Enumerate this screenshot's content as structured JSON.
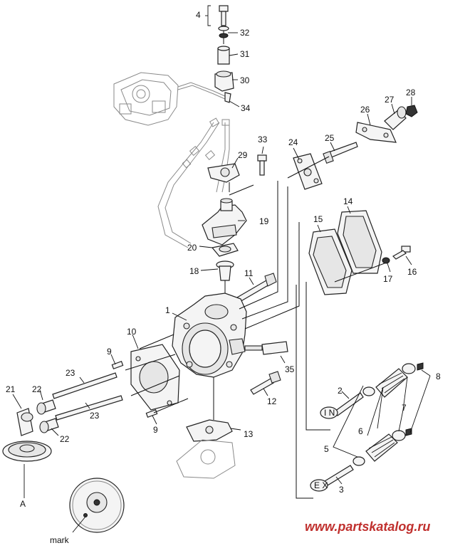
{
  "callouts": {
    "c1": "1",
    "c2": "2",
    "c3": "3",
    "c4": "4",
    "c5": "5",
    "c6": "6",
    "c7": "7",
    "c8": "8",
    "c9a": "9",
    "c9b": "9",
    "c10": "10",
    "c11": "11",
    "c12": "12",
    "c13": "13",
    "c14": "14",
    "c15": "15",
    "c16": "16",
    "c17": "17",
    "c18": "18",
    "c19": "19",
    "c20": "20",
    "c21": "21",
    "c22a": "22",
    "c22b": "22",
    "c23a": "23",
    "c23b": "23",
    "c24": "24",
    "c25": "25",
    "c26": "26",
    "c27": "27",
    "c28": "28",
    "c29": "29",
    "c30": "30",
    "c31": "31",
    "c32": "32",
    "c33": "33",
    "c34": "34",
    "c35": "35"
  },
  "detail_a_label": "A",
  "mark_label": "mark",
  "valve_in_text": "I N",
  "valve_ex_text": "E X",
  "watermark": "www.partskatalog.ru",
  "colors": {
    "line": "#111111",
    "watermark": "#c0302e",
    "ghost": "#8a8a8a"
  }
}
